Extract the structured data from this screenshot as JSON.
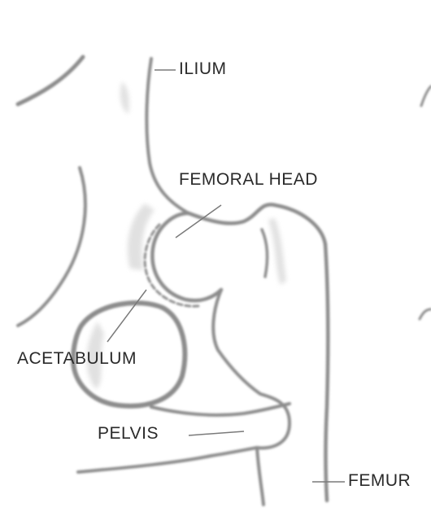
{
  "labels": {
    "ilium": "ILIUM",
    "femoral_head": "FEMORAL HEAD",
    "acetabulum": "ACETABULUM",
    "pelvis": "PELVIS",
    "femur": "FEMUR"
  },
  "colors": {
    "outline": "#8c8c8c",
    "shade": "#d9d9d9",
    "background": "#ffffff",
    "text": "#2a2a2a"
  }
}
